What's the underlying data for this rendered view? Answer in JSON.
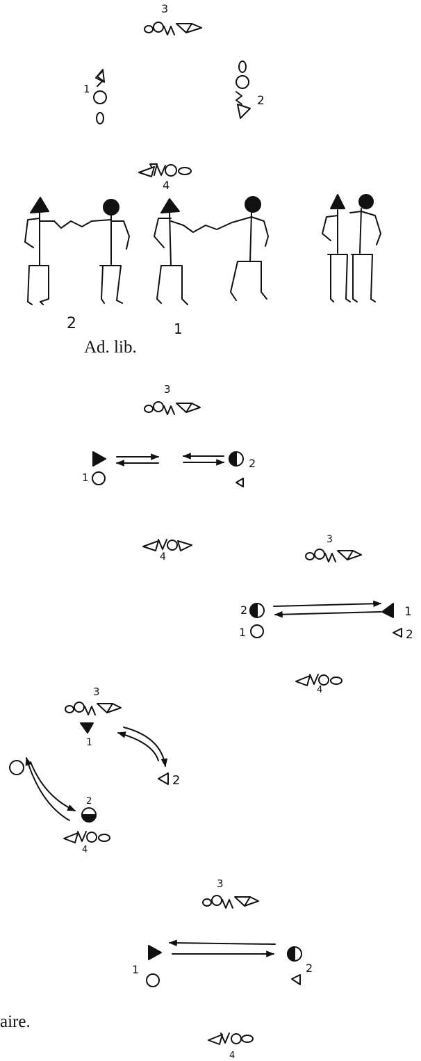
{
  "header_caption": "Ad. lib.",
  "footer_caption": "aire.",
  "couple_labels": {
    "couple_1": "1",
    "couple_2": "2",
    "couple_3": "3",
    "couple_4": "4"
  },
  "figure_labels": {
    "left_group": "2",
    "middle_group": "1"
  },
  "symbols": {
    "man": "triangle",
    "woman": "circle",
    "active_man": "filled-triangle",
    "active_woman": "half-filled-circle",
    "movement": "arrow"
  }
}
